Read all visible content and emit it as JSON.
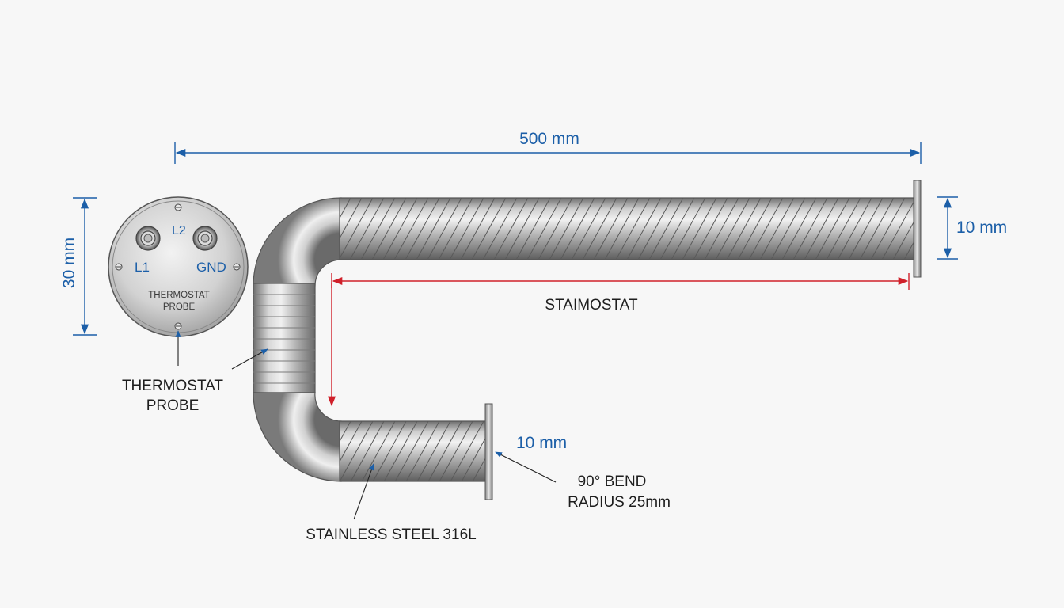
{
  "dimensions": {
    "overall_length": "500 mm",
    "height": "30 mm",
    "tube_diameter_top": "10 mm",
    "tube_diameter_bottom": "10 mm",
    "inner_span": "STAIMOSTAT"
  },
  "head": {
    "terminal_l1": "L1",
    "terminal_l2": "L2",
    "terminal_gnd": "GND",
    "face_label_line1": "THERMOSTAT",
    "face_label_line2": "PROBE"
  },
  "callouts": {
    "probe_line1": "THERMOSTAT",
    "probe_line2": "PROBE",
    "material": "STAINLESS STEEL 316L",
    "bend_line1": "90° BEND",
    "bend_line2": "RADIUS 25mm"
  },
  "colors": {
    "dimension_blue": "#1c5fa8",
    "dimension_red": "#d0202a",
    "steel": "#a8a8a8"
  }
}
